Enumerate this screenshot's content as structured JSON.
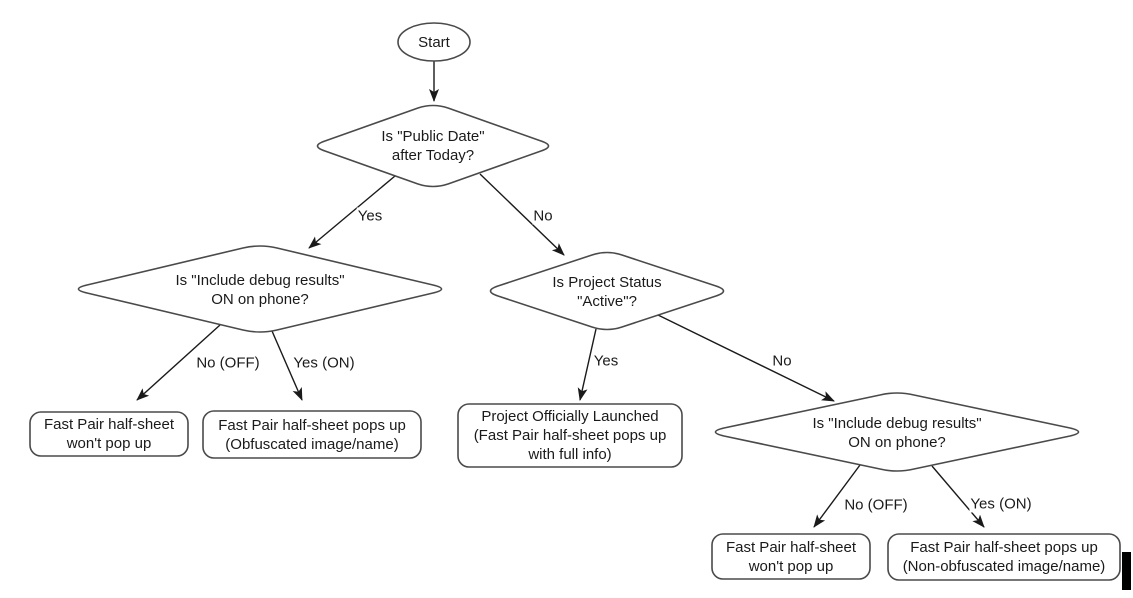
{
  "diagram": {
    "type": "flowchart",
    "colors": {
      "background": "#ffffff",
      "shape_stroke": "#4a4a4a",
      "arrow": "#1a1a1a",
      "text": "#1a1a1a",
      "cursor_bar": "#000000"
    },
    "nodes": {
      "start": {
        "shape": "terminator",
        "label": "Start"
      },
      "public_date": {
        "shape": "decision",
        "lines": [
          "Is \"Public Date\"",
          "after Today?"
        ]
      },
      "debug_left": {
        "shape": "decision",
        "lines": [
          "Is \"Include debug results\"",
          "ON on phone?"
        ]
      },
      "project_status": {
        "shape": "decision",
        "lines": [
          "Is Project Status",
          "\"Active\"?"
        ]
      },
      "debug_right": {
        "shape": "decision",
        "lines": [
          "Is \"Include debug results\"",
          "ON on phone?"
        ]
      },
      "no_popup_left": {
        "shape": "rounded-box",
        "lines": [
          "Fast Pair half-sheet",
          "won't pop up"
        ]
      },
      "obfuscated_popup": {
        "shape": "rounded-box",
        "lines": [
          "Fast Pair half-sheet pops up",
          "(Obfuscated image/name)"
        ]
      },
      "launched": {
        "shape": "rounded-box",
        "lines": [
          "Project Officially Launched",
          "(Fast Pair half-sheet pops up",
          "with full info)"
        ]
      },
      "no_popup_right": {
        "shape": "rounded-box",
        "lines": [
          "Fast Pair half-sheet",
          "won't pop up"
        ]
      },
      "non_obfuscated_popup": {
        "shape": "rounded-box",
        "lines": [
          "Fast Pair half-sheet pops up",
          "(Non-obfuscated image/name)"
        ]
      }
    },
    "edges": {
      "public_date_yes": "Yes",
      "public_date_no": "No",
      "debug_left_no": "No (OFF)",
      "debug_left_yes": "Yes (ON)",
      "project_status_yes": "Yes",
      "project_status_no": "No",
      "debug_right_no": "No (OFF)",
      "debug_right_yes": "Yes (ON)"
    }
  }
}
